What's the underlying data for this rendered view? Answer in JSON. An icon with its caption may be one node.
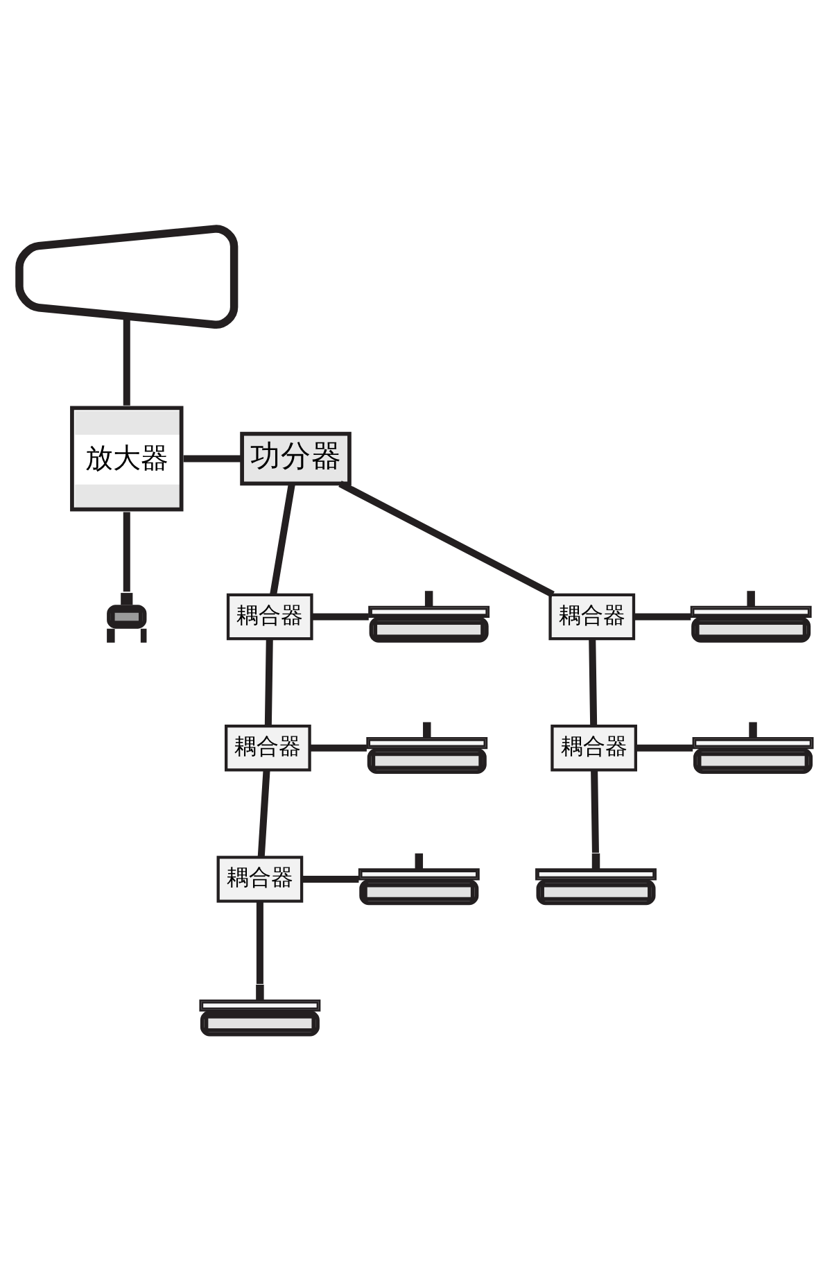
{
  "diagram": {
    "nodes": [
      {
        "text": [],
        "shape": "picture"
      },
      {
        "text": [
          "放大器"
        ]
      },
      {
        "text": [],
        "shape": "picture"
      },
      {
        "text": [
          "功分器"
        ]
      },
      {
        "text": [
          "耦合器"
        ]
      },
      {
        "text": [],
        "shape": "picture"
      },
      {
        "text": [
          "耦合器"
        ]
      },
      {
        "text": [],
        "shape": "picture"
      },
      {
        "text": [
          "耦合器"
        ]
      },
      {
        "text": [],
        "shape": "picture"
      },
      {
        "text": [],
        "shape": "picture"
      },
      {
        "text": [
          "耦合器"
        ]
      },
      {
        "text": [],
        "shape": "picture"
      },
      {
        "text": [
          "耦合器"
        ]
      },
      {
        "text": [],
        "shape": "picture"
      },
      {
        "text": [],
        "shape": "picture"
      }
    ],
    "edges": [
      {
        "from": 0,
        "to": 1,
        "arrow": "none"
      },
      {
        "from": 1,
        "to": 2,
        "arrow": "none"
      },
      {
        "from": 1,
        "to": 3,
        "arrow": "none"
      },
      {
        "from": 3,
        "to": 4,
        "arrow": "none"
      },
      {
        "from": 4,
        "to": 5,
        "arrow": "none"
      },
      {
        "from": 4,
        "to": 6,
        "arrow": "none"
      },
      {
        "from": 6,
        "to": 7,
        "arrow": "none"
      },
      {
        "from": 6,
        "to": 8,
        "arrow": "none"
      },
      {
        "from": 8,
        "to": 9,
        "arrow": "none"
      },
      {
        "from": 8,
        "to": 10,
        "arrow": "none"
      },
      {
        "from": 3,
        "to": 11,
        "arrow": "none"
      },
      {
        "from": 11,
        "to": 12,
        "arrow": "none"
      },
      {
        "from": 11,
        "to": 13,
        "arrow": "none"
      },
      {
        "from": 13,
        "to": 14,
        "arrow": "none"
      },
      {
        "from": 13,
        "to": 15,
        "arrow": "none"
      }
    ]
  }
}
